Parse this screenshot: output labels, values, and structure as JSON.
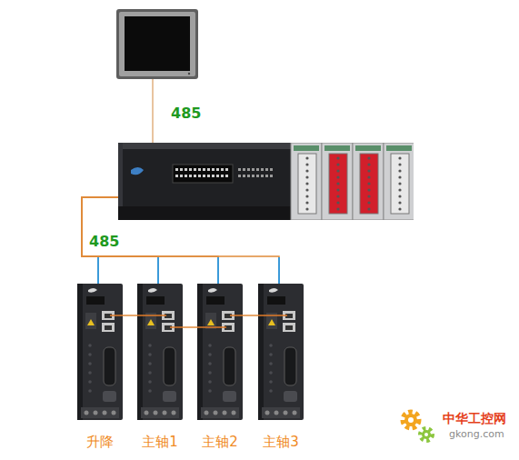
{
  "diagram": {
    "nodes": [
      {
        "text": []
      },
      {
        "text": []
      },
      {
        "text": [
          "升降"
        ]
      },
      {
        "text": [
          "主轴1"
        ]
      },
      {
        "text": [
          "主轴2"
        ]
      },
      {
        "text": [
          "主轴3"
        ]
      }
    ],
    "edges": [
      {
        "from": 0,
        "to": 1,
        "arrow": "none",
        "label": "485"
      },
      {
        "from": 1,
        "to": 2,
        "arrow": "none",
        "label": "485"
      },
      {
        "from": 1,
        "to": 3,
        "arrow": "none"
      },
      {
        "from": 1,
        "to": 4,
        "arrow": "none"
      },
      {
        "from": 1,
        "to": 5,
        "arrow": "none"
      },
      {
        "from": 2,
        "to": 3,
        "arrow": "none"
      },
      {
        "from": 3,
        "to": 4,
        "arrow": "none"
      },
      {
        "from": 4,
        "to": 5,
        "arrow": "none"
      }
    ],
    "labels": [
      "中华工控网",
      "gkong.com"
    ]
  }
}
